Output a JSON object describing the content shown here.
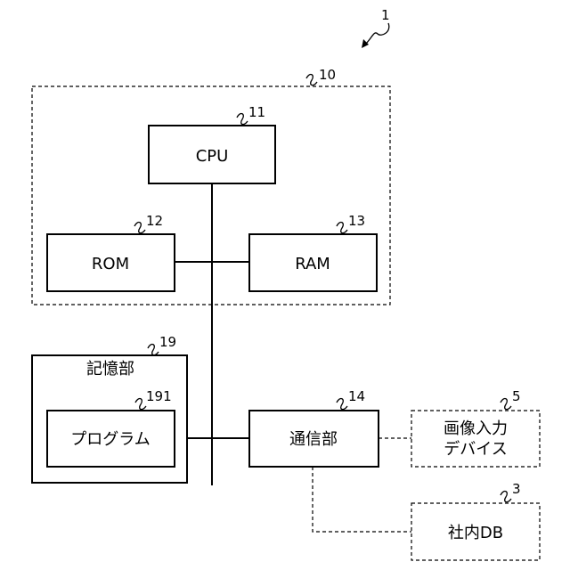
{
  "system_ref": "1",
  "computer": {
    "ref": "10"
  },
  "cpu": {
    "label": "CPU",
    "ref": "11"
  },
  "rom": {
    "label": "ROM",
    "ref": "12"
  },
  "ram": {
    "label": "RAM",
    "ref": "13"
  },
  "comm": {
    "label": "通信部",
    "ref": "14"
  },
  "storage": {
    "label": "記憶部",
    "ref": "19"
  },
  "program": {
    "label": "プログラム",
    "ref": "191"
  },
  "image_input": {
    "line1": "画像入力",
    "line2": "デバイス",
    "ref": "5"
  },
  "company_db": {
    "label": "社内DB",
    "ref": "3"
  }
}
